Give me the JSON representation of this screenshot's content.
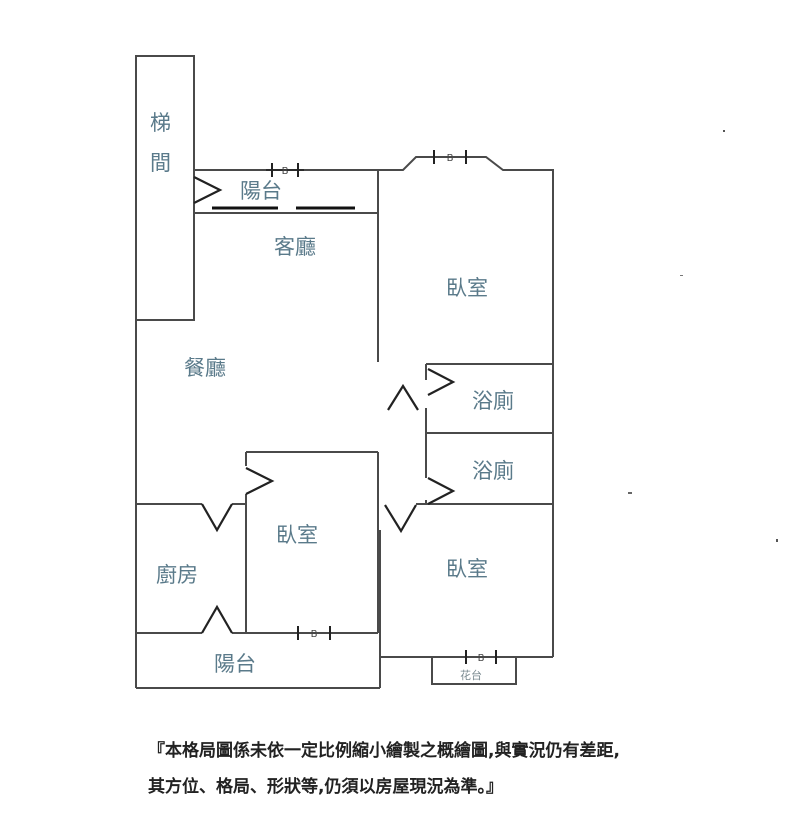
{
  "rooms": {
    "stairs_line1": "梯",
    "stairs_line2": "間",
    "balcony_top": "陽台",
    "living_room": "客廳",
    "bedroom_top_right": "臥室",
    "dining_room": "餐廳",
    "bathroom_1": "浴廁",
    "bathroom_2": "浴廁",
    "bedroom_middle": "臥室",
    "bedroom_bottom_right": "臥室",
    "kitchen": "廚房",
    "balcony_bottom": "陽台",
    "flower_bed": "花台"
  },
  "markers": {
    "b1": "B",
    "b2": "B",
    "b3": "B",
    "b4": "B"
  },
  "disclaimer": {
    "line1": "『本格局圖係未依一定比例縮小繪製之概繪圖,與實況仍有差距,",
    "line2": "其方位、格局、形狀等,仍須以房屋現況為準。』"
  },
  "colors": {
    "wall": "#4a4a4a",
    "label": "#5a7a8a"
  }
}
